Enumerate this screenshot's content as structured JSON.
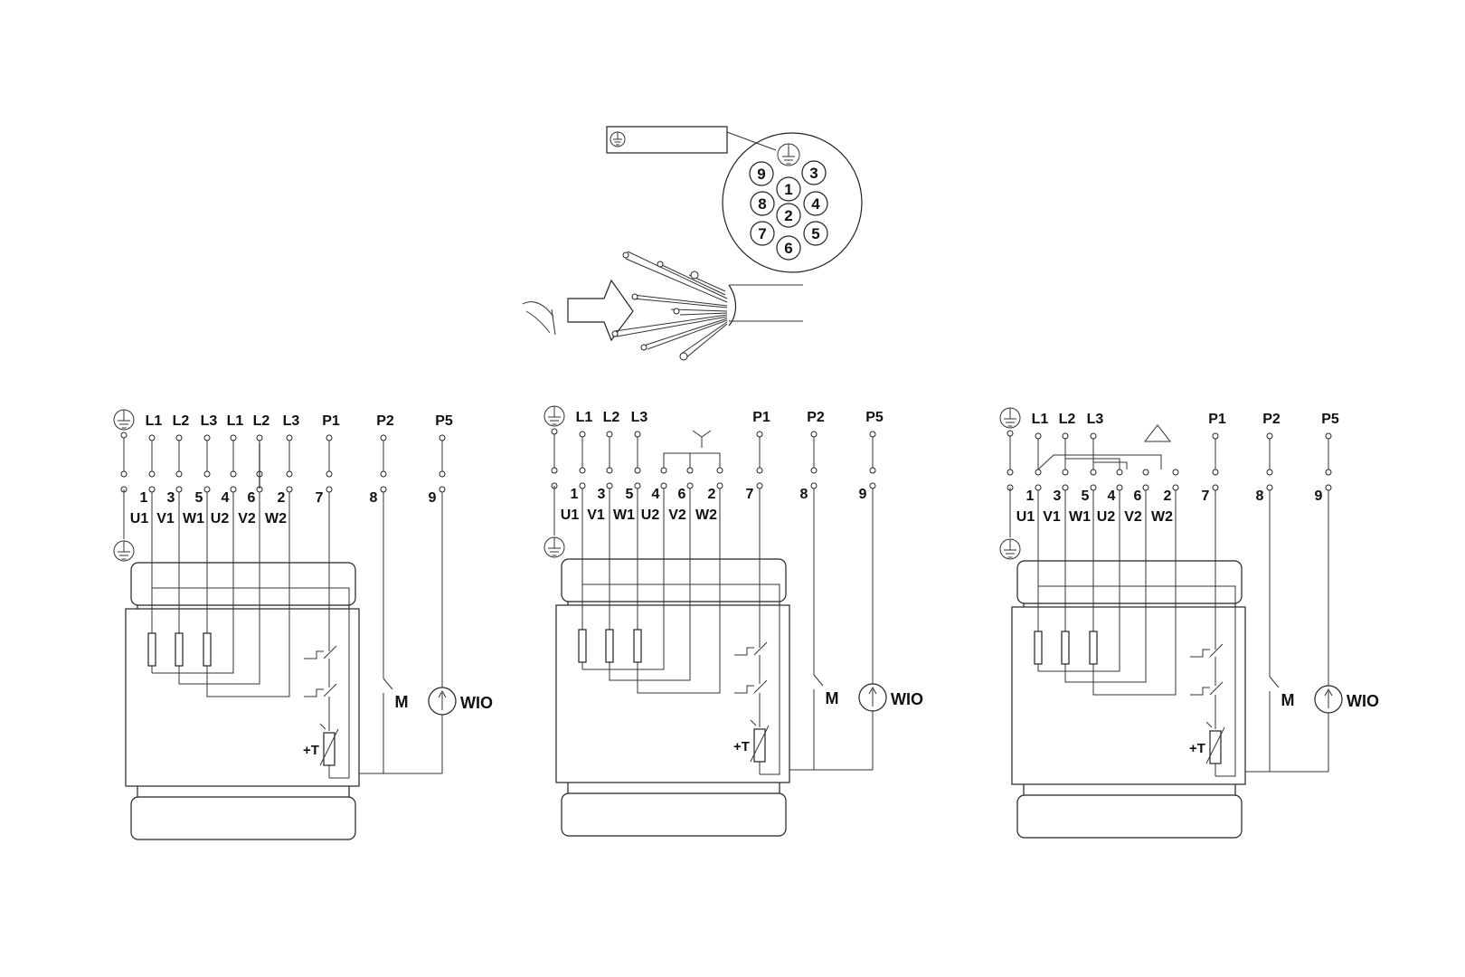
{
  "connector": {
    "pins": [
      "9",
      "3",
      "8",
      "1",
      "4",
      "7",
      "2",
      "5",
      "6"
    ]
  },
  "panels": [
    {
      "id": "direct",
      "top_labels": [
        "L1",
        "L2",
        "L3",
        "L1",
        "L2",
        "L3",
        "P1",
        "P2",
        "P5"
      ],
      "pin_numbers": [
        "1",
        "3",
        "5",
        "4",
        "6",
        "2",
        "7",
        "8",
        "9"
      ],
      "winding_labels": [
        "U1",
        "V1",
        "W1",
        "U2",
        "V2",
        "W2"
      ],
      "motor_label": "M",
      "sensor_label": "WIO",
      "thermistor_label": "+T",
      "connection_symbol": ""
    },
    {
      "id": "star",
      "top_labels": [
        "L1",
        "L2",
        "L3",
        "P1",
        "P2",
        "P5"
      ],
      "pin_numbers": [
        "1",
        "3",
        "5",
        "4",
        "6",
        "2",
        "7",
        "8",
        "9"
      ],
      "winding_labels": [
        "U1",
        "V1",
        "W1",
        "U2",
        "V2",
        "W2"
      ],
      "motor_label": "M",
      "sensor_label": "WIO",
      "thermistor_label": "+T",
      "connection_symbol": "Y"
    },
    {
      "id": "delta",
      "top_labels": [
        "L1",
        "L2",
        "L3",
        "P1",
        "P2",
        "P5"
      ],
      "pin_numbers": [
        "1",
        "3",
        "5",
        "4",
        "6",
        "2",
        "7",
        "8",
        "9"
      ],
      "winding_labels": [
        "U1",
        "V1",
        "W1",
        "U2",
        "V2",
        "W2"
      ],
      "motor_label": "M",
      "sensor_label": "WIO",
      "thermistor_label": "+T",
      "connection_symbol": "delta"
    }
  ]
}
